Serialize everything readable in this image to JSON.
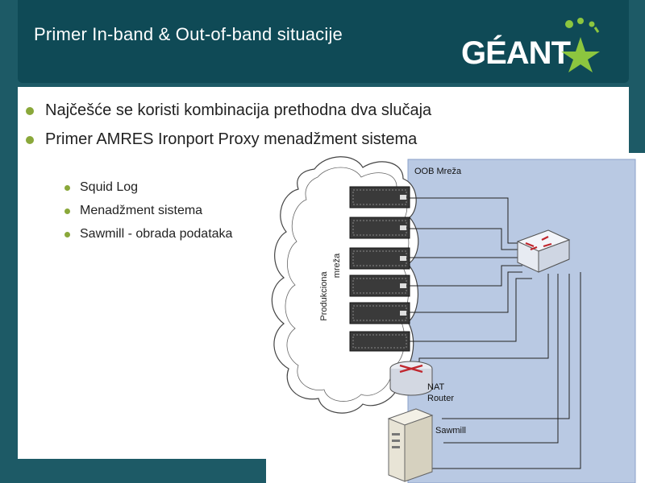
{
  "header": {
    "title": "Primer In-band & Out-of-band situacije",
    "logo_text": "GÉANT"
  },
  "bullets": [
    "Najčešće se koristi kombinacija prethodna dva slučaja",
    "Primer AMRES Ironport Proxy menadžment sistema"
  ],
  "sub_bullets": [
    "Squid Log",
    "Menadžment sistema",
    "Sawmill - obrada podataka"
  ],
  "diagram": {
    "oob_label": "OOB Mreža",
    "cloud_label_line1": "Produkciona",
    "cloud_label_line2": "mreža",
    "nat_label_line1": "NAT",
    "nat_label_line2": "Router",
    "sawmill_label": "Sawmill"
  },
  "colors": {
    "header_bg": "#0f4a56",
    "bullet": "#8aa83a",
    "oob_bg": "#b9c9e3",
    "logo_star": "#8cc63f"
  }
}
